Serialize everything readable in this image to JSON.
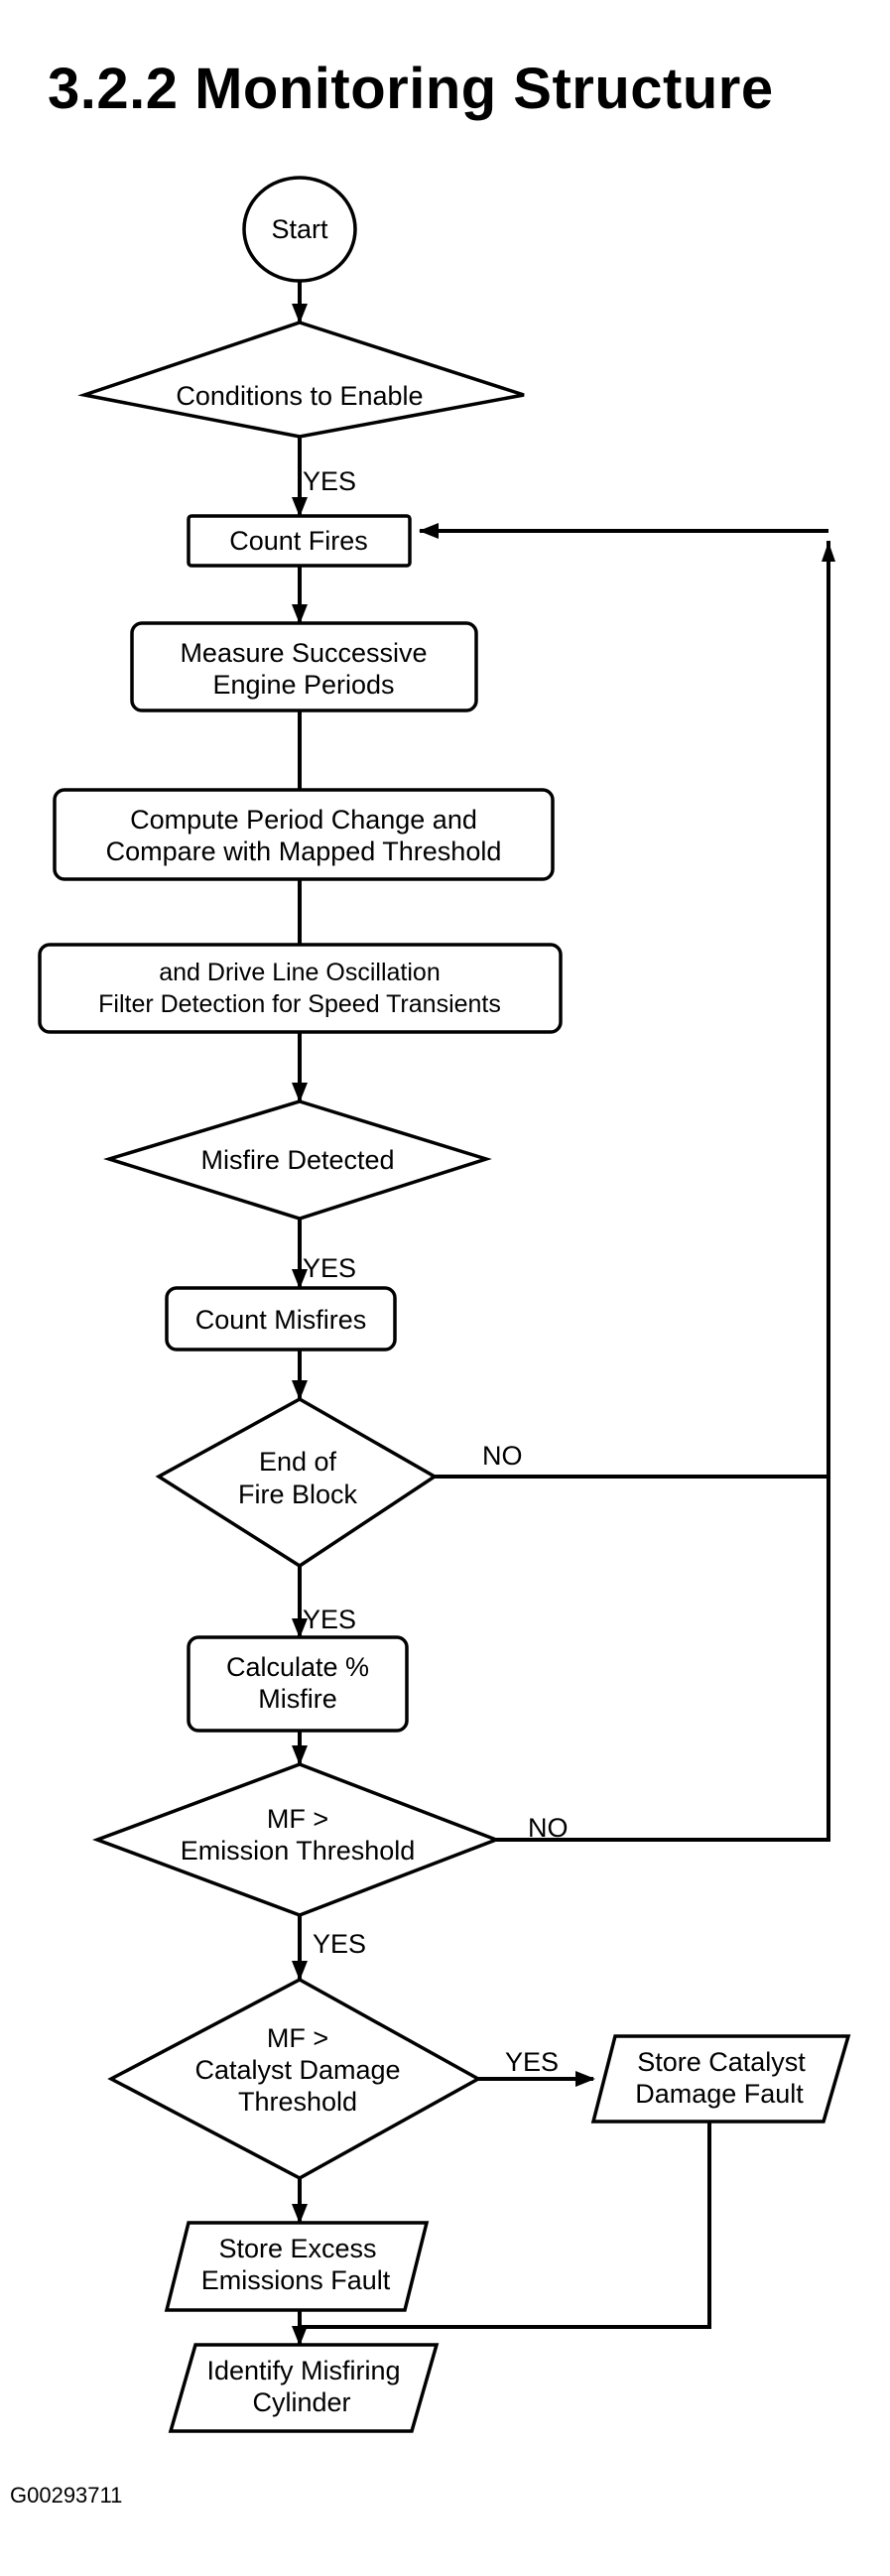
{
  "title": "3.2.2  Monitoring Structure",
  "figure_code": "G00293711",
  "nodes": {
    "start": "Start",
    "conditions": "Conditions to Enable",
    "count_fires": "Count Fires",
    "measure": [
      "Measure Successive",
      "Engine Periods"
    ],
    "compute": [
      "Compute Period Change and",
      "Compare with Mapped Threshold"
    ],
    "filter": [
      "and Drive Line Oscillation",
      "Filter Detection for Speed Transients"
    ],
    "misfire_detected": "Misfire Detected",
    "count_misfires": "Count Misfires",
    "end_fire_block": [
      "End of",
      "Fire Block"
    ],
    "calc_misfire": [
      "Calculate %",
      "Misfire"
    ],
    "mf_emission": [
      "MF >",
      "Emission Threshold"
    ],
    "mf_catalyst": [
      "MF >",
      "Catalyst Damage",
      "Threshold"
    ],
    "store_catalyst": [
      "Store Catalyst",
      "Damage Fault"
    ],
    "store_excess": [
      "Store Excess",
      "Emissions Fault"
    ],
    "identify": [
      "Identify Misfiring",
      "Cylinder"
    ]
  },
  "edge_labels": {
    "yes_conditions": "YES",
    "yes_misfire": "YES",
    "no_end_block": "NO",
    "yes_end_block": "YES",
    "no_emission": "NO",
    "yes_emission": "YES",
    "yes_catalyst": "YES"
  }
}
